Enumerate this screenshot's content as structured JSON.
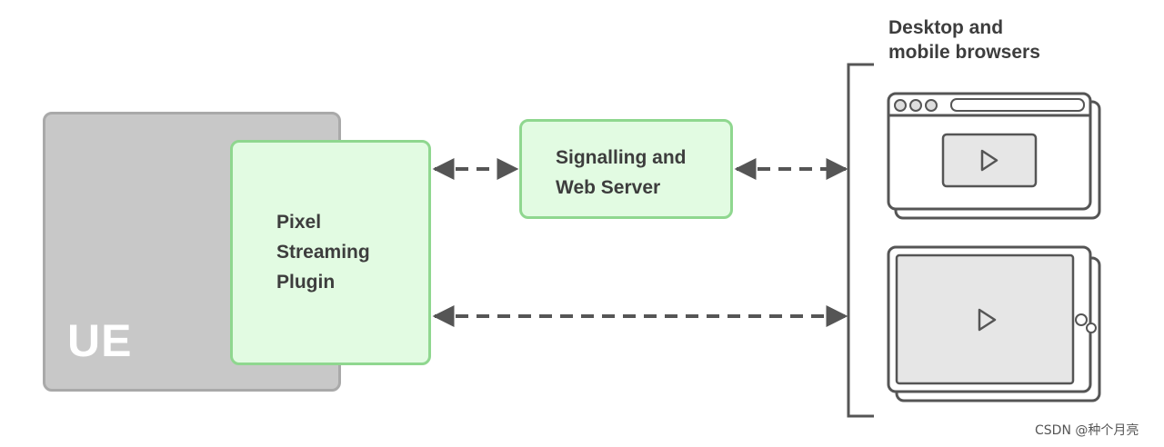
{
  "diagram": {
    "ue_label": "UE",
    "plugin": {
      "line1": "Pixel",
      "line2": "Streaming",
      "line3": "Plugin"
    },
    "server": {
      "line1": "Signalling and",
      "line2": "Web Server"
    },
    "browsers": {
      "line1": "Desktop and",
      "line2": "mobile browsers"
    },
    "watermark": "CSDN @种个月亮",
    "icons": {
      "desktop": "desktop-browser-window-icon",
      "tablet": "tablet-device-icon",
      "play": "play-icon"
    },
    "colors": {
      "ue_fill": "#c8c8c8",
      "ue_border": "#a9a9a9",
      "green_fill": "#e2fbe2",
      "green_border": "#8fd78f",
      "line": "#555555",
      "text": "#3d3d3d"
    }
  }
}
